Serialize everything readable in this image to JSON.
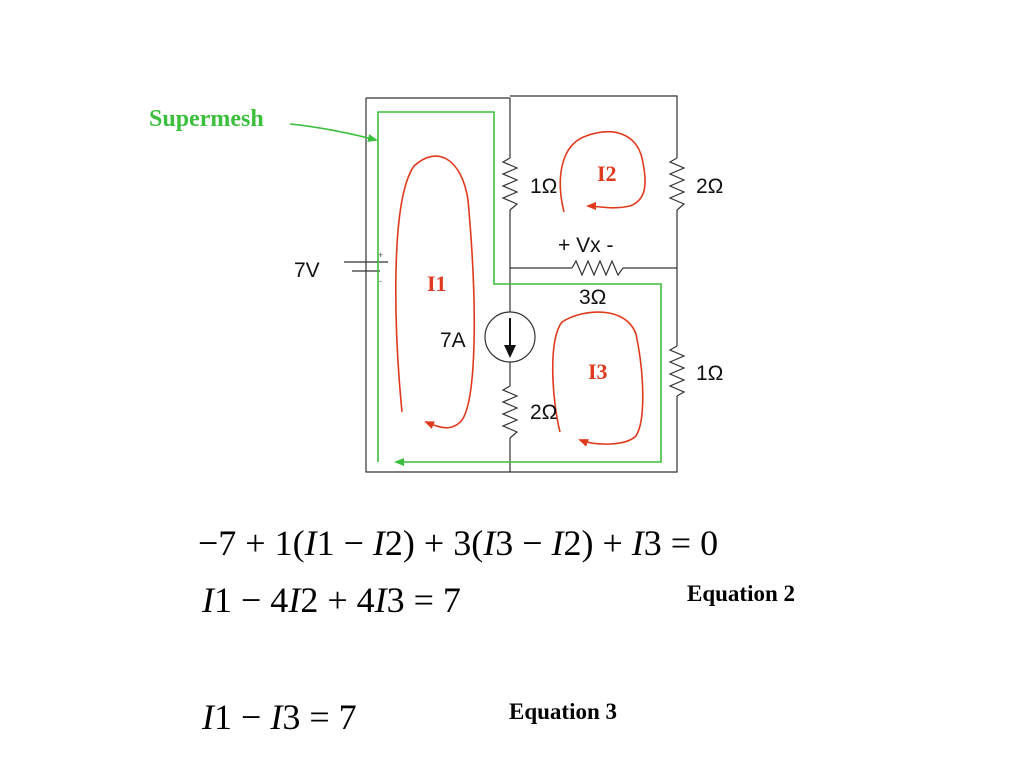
{
  "labels": {
    "supermesh": "Supermesh",
    "source_7v": "7V",
    "source_7a": "7A",
    "r_top_left": "1Ω",
    "r_top_right": "2Ω",
    "vx": "+ Vx -",
    "r_middle": "3Ω",
    "r_bottom_right": "1Ω",
    "r_bottom_left": "2Ω",
    "mesh_i1": "I1",
    "mesh_i2": "I2",
    "mesh_i3": "I3",
    "plus_sign": "+",
    "minus_sign": "-"
  },
  "equations": {
    "eq1": {
      "t1": "−7 + 1(",
      "v1": "I",
      "t2": "1 − ",
      "v2": "I",
      "t3": "2) + 3(",
      "v3": "I",
      "t4": "3 − ",
      "v4": "I",
      "t5": "2) + ",
      "v5": "I",
      "t6": "3 = 0"
    },
    "eq2": {
      "v1": "I",
      "t1": "1 − 4",
      "v2": "I",
      "t2": "2 + 4",
      "v3": "I",
      "t3": "3 = 7",
      "label": "Equation 2"
    },
    "eq3": {
      "v1": "I",
      "t1": "1 − ",
      "v2": "I",
      "t2": "3 = 7",
      "label": "Equation 3"
    }
  },
  "colors": {
    "wire": "#333333",
    "mesh_loop": "#e03a1c",
    "supermesh": "#3cbf3c"
  }
}
